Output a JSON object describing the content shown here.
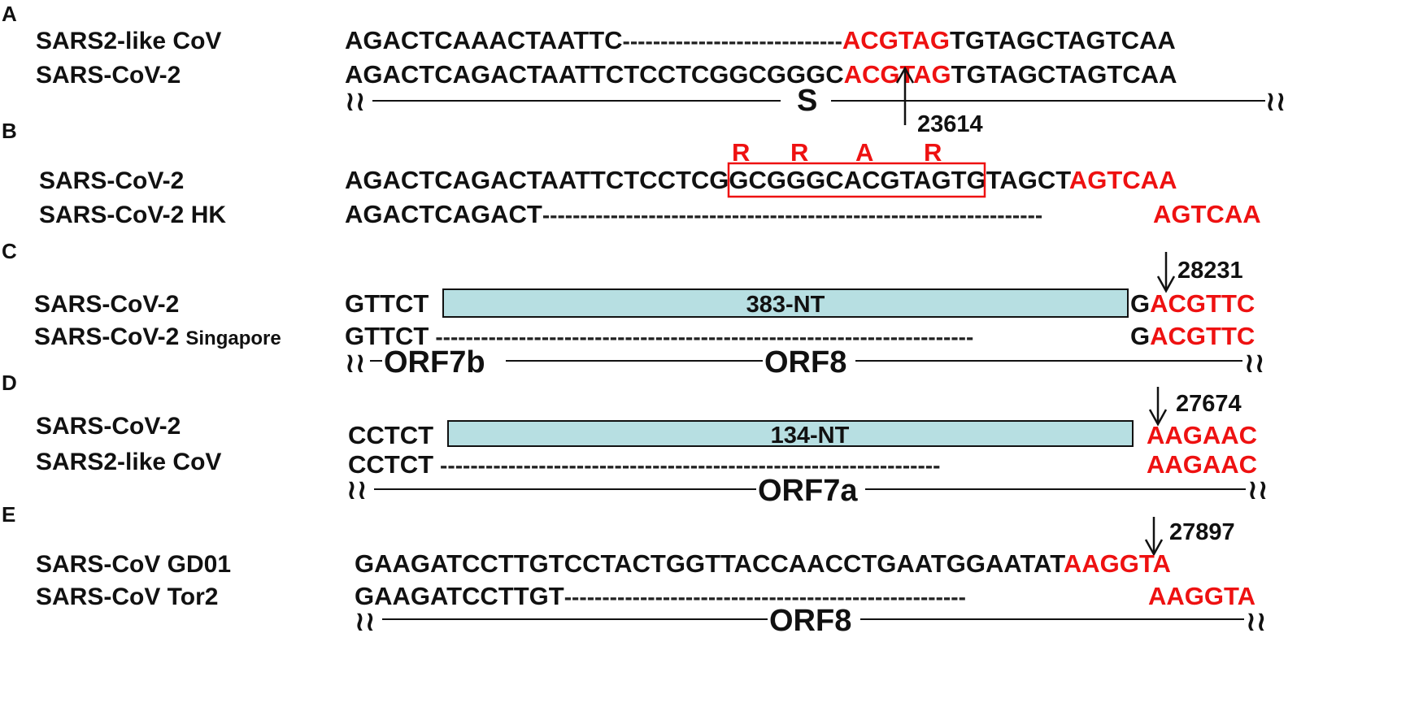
{
  "colors": {
    "mutation_red": "#ee1111",
    "deletion_fill": "#b7dfe2",
    "text": "#111111"
  },
  "icons": {
    "wave": "break-mark-icon",
    "arrow": "arrow-icon"
  },
  "panels": {
    "A": {
      "label": "A",
      "rows": [
        {
          "name": "SARS2-like CoV",
          "seq_black": "AGACTCAAACTAATTC",
          "gap": "-----------------------------",
          "seq_red": "ACGTAG",
          "seq_tail": "TGTAGCTAGTCAA"
        },
        {
          "name": "SARS-CoV-2",
          "seq_black": "AGACTCAGACTAATTCTCCTCGGCGGGC",
          "seq_red": "ACGTAG",
          "seq_tail": "TGTAGCTAGTCAA"
        }
      ],
      "gene": "S",
      "position": "23614"
    },
    "B": {
      "label": "B",
      "motif": [
        "R",
        "R",
        "A",
        "R"
      ],
      "rows": [
        {
          "name": "SARS-CoV-2",
          "seq_pre": "AGACTCAGACTAATTCTCCT",
          "seq_boxed": "CGGCGGGCACGT",
          "seq_post": "AGTGTAGCT",
          "seq_red": "AGTCAA"
        },
        {
          "name": "SARS-CoV-2 HK",
          "seq_pre": "AGACTCAGACT",
          "gap": "------------------------------------------------------------------",
          "seq_red": "AGTCAA"
        }
      ]
    },
    "C": {
      "label": "C",
      "position": "28231",
      "rows": [
        {
          "name": "SARS-CoV-2",
          "seq_pre": "GTTCT",
          "deletion": "383-NT",
          "seq_post": "G",
          "seq_red": "ACGTTC"
        },
        {
          "name_main": "SARS-CoV-2",
          "name_suffix": "Singapore",
          "seq_pre": "GTTCT",
          "gap": "-----------------------------------------------------------------------",
          "seq_post": "G",
          "seq_red": "ACGTTC"
        }
      ],
      "genes": [
        "ORF7b",
        "ORF8"
      ]
    },
    "D": {
      "label": "D",
      "position": "27674",
      "rows": [
        {
          "name": "SARS-CoV-2",
          "seq_pre": "CCTCT",
          "deletion": "134-NT",
          "seq_red": "AAGAAC"
        },
        {
          "name": "SARS2-like CoV",
          "seq_pre": "CCTCT",
          "gap": "------------------------------------------------------------------",
          "seq_red": "AAGAAC"
        }
      ],
      "gene": "ORF7a"
    },
    "E": {
      "label": "E",
      "position": "27897",
      "rows": [
        {
          "name": "SARS-CoV GD01",
          "seq_black": "GAAGATCCTTGTCCTACTGGTTACCAACCTGAATGGAATAT",
          "seq_red": "AAGGTA"
        },
        {
          "name": "SARS-CoV Tor2",
          "seq_black": "GAAGATCCTTGT",
          "gap": "-----------------------------------------------------",
          "seq_red": "AAGGTA"
        }
      ],
      "gene": "ORF8"
    }
  }
}
